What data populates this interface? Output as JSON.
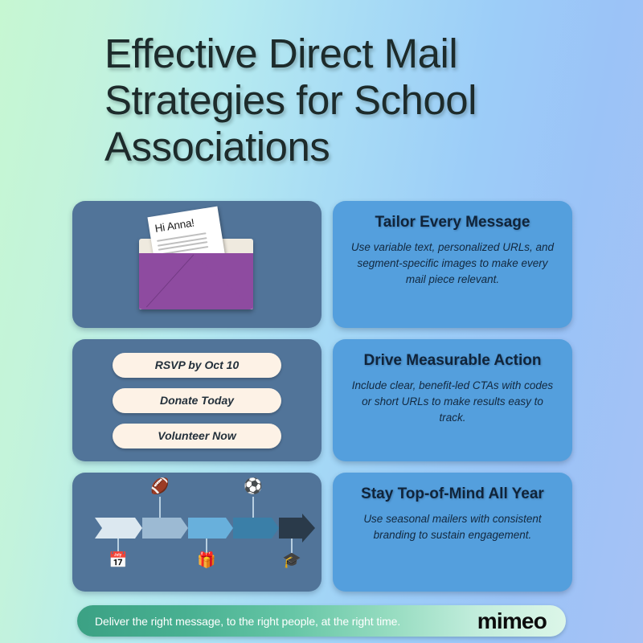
{
  "poster": {
    "title": "Effective Direct Mail Strategies for School Associations",
    "background_gradient_from": "#c6f7d2",
    "background_gradient_to": "#a6c2f5"
  },
  "rows": [
    {
      "illustration": "open-envelope-with-letter",
      "letter": {
        "greeting": "Hi Anna!",
        "line_count": 5,
        "envelope_color": "#8e4ba0",
        "paper_color": "#ffffff"
      },
      "card": {
        "title": "Tailor Every Message",
        "body": "Use variable text, personalized URLs, and segment-specific images to make every mail piece relevant."
      }
    },
    {
      "illustration": "cta-pill-buttons",
      "ctas": [
        "RSVP by Oct 10",
        "Donate Today",
        "Volunteer Now"
      ],
      "cta_color": "#fdf2e6",
      "card": {
        "title": "Drive Measurable Action",
        "body": "Include clear, benefit-led CTAs with codes or short URLs to make results easy to track."
      }
    },
    {
      "illustration": "seasonal-timeline-arrow",
      "timeline": {
        "segment_colors": [
          "#dce8f0",
          "#9cbad3",
          "#68b0dc",
          "#3a7fa8",
          "#2a3a4a"
        ],
        "nodes": [
          {
            "icon": "calendar-icon",
            "glyph": "📅",
            "position": "below"
          },
          {
            "icon": "football-icon",
            "glyph": "🏈",
            "position": "above"
          },
          {
            "icon": "gift-icon",
            "glyph": "🎁",
            "position": "below"
          },
          {
            "icon": "soccer-ball-icon",
            "glyph": "⚽",
            "position": "above"
          },
          {
            "icon": "graduation-cap-icon",
            "glyph": "🎓",
            "position": "below"
          }
        ]
      },
      "card": {
        "title": "Stay Top-of-Mind All Year",
        "body": "Use seasonal mailers with consistent branding to sustain engagement."
      }
    }
  ],
  "footer": {
    "tagline": "Deliver the right message, to the right people, at the right time.",
    "logo": "mimeo",
    "banner_gradient_from": "#3ba184",
    "banner_gradient_to": "#dcf6e8"
  },
  "colors": {
    "left_panel": "#517499",
    "right_card": "#549fdd",
    "title_text": "#1d2b2b",
    "card_title_text": "#10243a"
  }
}
